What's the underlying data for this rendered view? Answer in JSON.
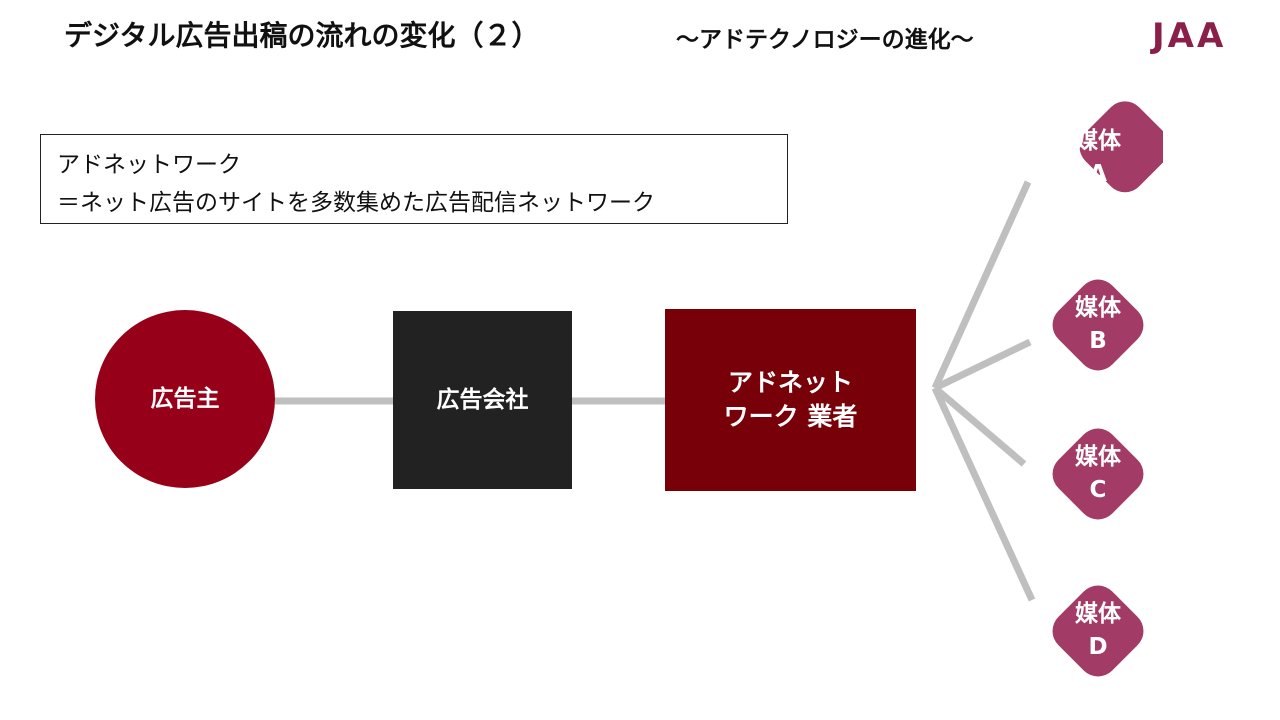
{
  "header": {
    "title": "デジタル広告出稿の流れの変化（２）",
    "subtitle": "～アドテクノロジーの進化～",
    "logo_text": "JAA"
  },
  "definition": {
    "term": "アドネットワーク",
    "description": "＝ネット広告のサイトを多数集めた広告配信ネットワーク"
  },
  "flow": {
    "advertiser": "広告主",
    "agency": "広告会社",
    "ad_network_line1": "アドネット",
    "ad_network_line2": "ワーク 業者"
  },
  "media": [
    {
      "name": "媒体",
      "letter": "A"
    },
    {
      "name": "媒体",
      "letter": "B"
    },
    {
      "name": "媒体",
      "letter": "C"
    },
    {
      "name": "媒体",
      "letter": "D"
    }
  ],
  "colors": {
    "advertiser": "#960018",
    "agency": "#222222",
    "ad_network": "#780008",
    "media": "#a23c67",
    "connector": "#bfbfbf",
    "logo": "#8a1f4a"
  }
}
